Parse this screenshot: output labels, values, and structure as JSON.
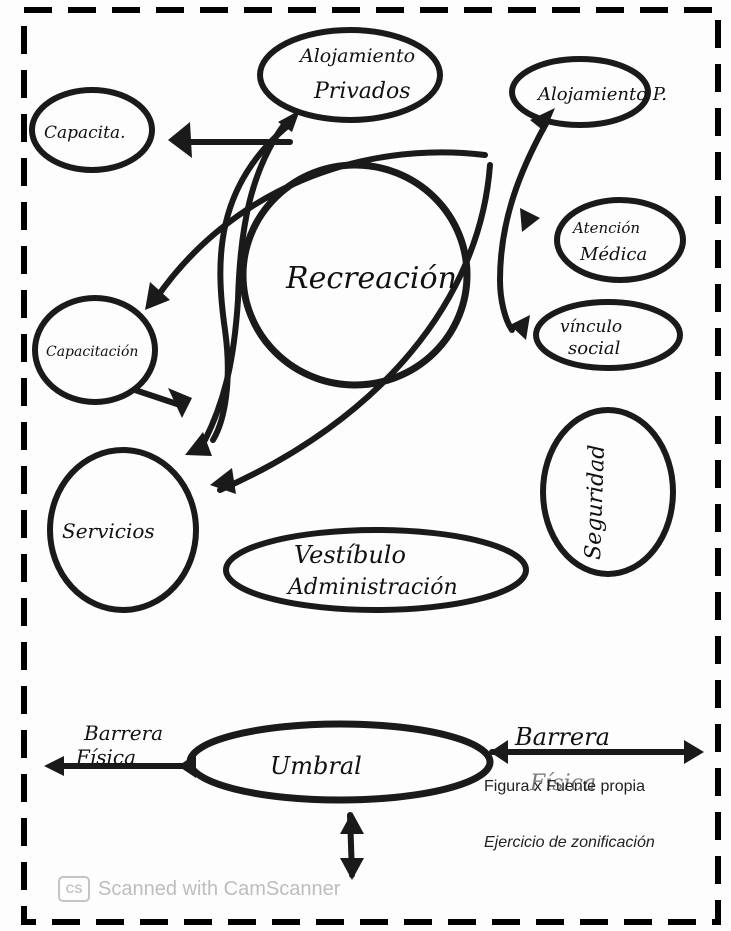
{
  "zones": {
    "alojamiento_privados": "Alojamiento Privados",
    "alojamiento_p": "Alojamiento P.",
    "capacita_top": "Capacita.",
    "recreacion": "Recreación",
    "atencion_medica": "Atención Médica",
    "capacitacion": "Capacitación",
    "vinculo_social": "vínculo social",
    "seguridad": "Seguridad",
    "servicios": "Servicios",
    "vestibulo": "Vestíbulo Administración",
    "umbral": "Umbral",
    "barrera_izq": "Barrera Física",
    "barrera_der": "Barrera Física"
  },
  "caption": {
    "line1": "Figura x Fuente propia",
    "line2": "Ejercicio de zonificación"
  },
  "watermark": {
    "logo": "CS",
    "text": "Scanned with CamScanner"
  }
}
